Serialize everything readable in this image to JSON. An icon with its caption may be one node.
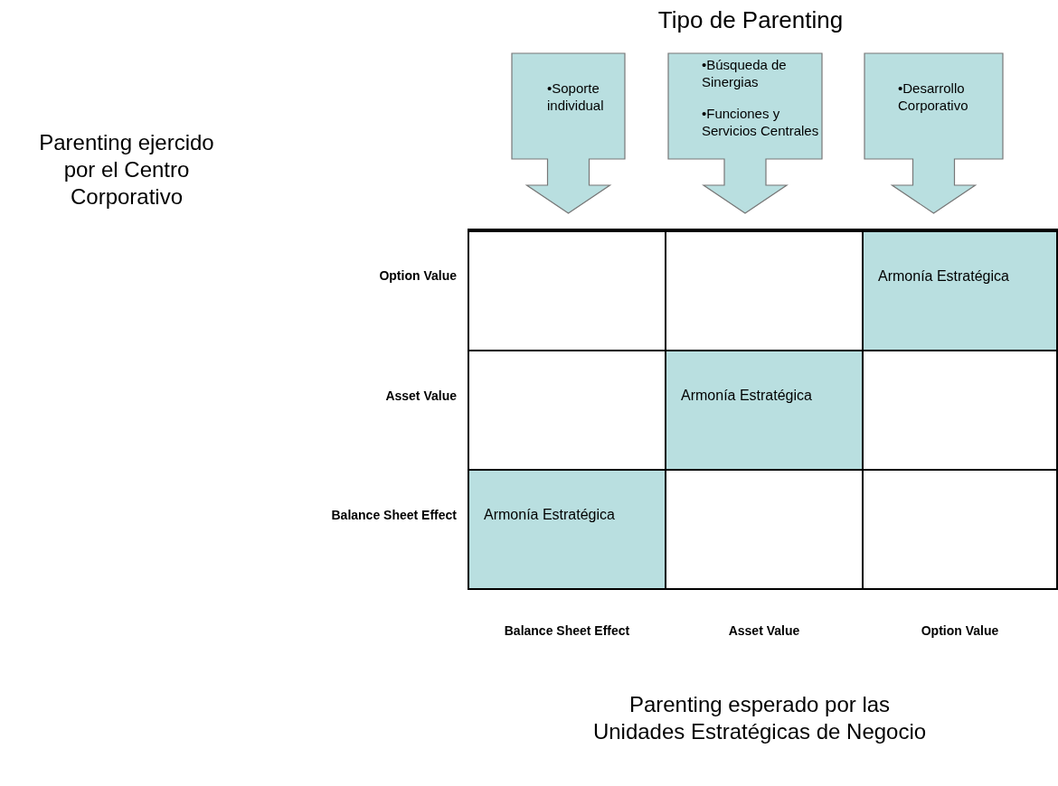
{
  "diagram": {
    "nodes": [
      {
        "text": [
          "•Soporte individual"
        ]
      },
      {
        "text": [
          "•Búsqueda de Sinergias",
          "•Funciones y Servicios Centrales"
        ]
      },
      {
        "text": [
          "•Desarrollo Corporativo"
        ]
      },
      {
        "text": [],
        "shape": "box",
        "beside": [
          "Option Value"
        ]
      },
      {
        "text": [],
        "shape": "box"
      },
      {
        "text": [
          "Armonía Estratégica"
        ]
      },
      {
        "text": [],
        "shape": "box",
        "beside": [
          "Asset Value"
        ]
      },
      {
        "text": [
          "Armonía Estratégica"
        ]
      },
      {
        "text": [],
        "shape": "box"
      },
      {
        "text": [
          "Armonía Estratégica"
        ],
        "beside": [
          "Balance Sheet Effect",
          "Balance Sheet Effect"
        ]
      },
      {
        "text": [],
        "shape": "box",
        "beside": [
          "Asset Value"
        ]
      },
      {
        "text": [],
        "shape": "box",
        "beside": [
          "Option Value"
        ]
      }
    ],
    "labels": [
      "Tipo de Parenting",
      "Parenting ejercido por el Centro Corporativo",
      "Parenting esperado por las Unidades Estratégicas de Negocio"
    ]
  }
}
